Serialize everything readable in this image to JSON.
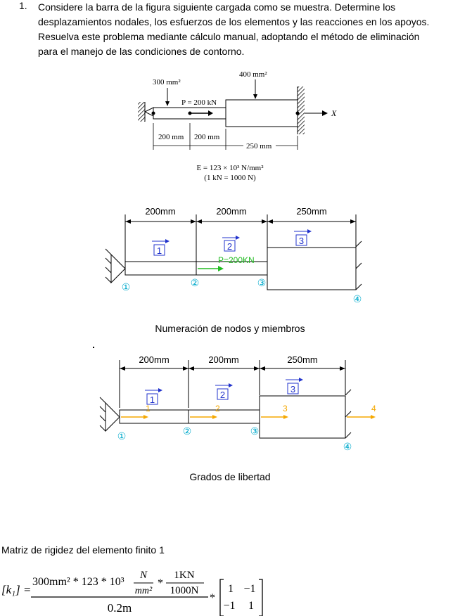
{
  "problem": {
    "number": "1.",
    "lines": [
      "Considere la barra de la figura siguiente cargada como se muestra. Determine los",
      "desplazamientos nodales, los esfuerzos de los elementos y las reacciones en los apoyos.",
      "Resuelva este problema mediante cálculo manual, adoptando el método de eliminación",
      "para el manejo de las condiciones de contorno."
    ]
  },
  "figure1": {
    "area1": "300 mm²",
    "area2": "400 mm²",
    "load": "P = 200 kN",
    "axis": "X",
    "dims": [
      "200 mm",
      "200 mm",
      "250 mm"
    ],
    "modulus": "E = 123 × 10³ N/mm²",
    "conversion": "(1 kN = 1000 N)"
  },
  "figure2": {
    "dims": [
      "200mm",
      "200mm",
      "250mm"
    ],
    "members": [
      "1",
      "2",
      "3"
    ],
    "load": "P=200KN",
    "nodes": [
      "①",
      "②",
      "③",
      "④"
    ],
    "caption": "Numeración de nodos y miembros"
  },
  "figure3": {
    "dims": [
      "200mm",
      "200mm",
      "250mm"
    ],
    "members": [
      "1",
      "2",
      "3"
    ],
    "dofs": [
      "1",
      "2",
      "3",
      "4"
    ],
    "nodes": [
      "①",
      "②",
      "③",
      "④"
    ],
    "caption": "Grados de libertad"
  },
  "matrix_section": {
    "title": "Matriz de rigidez del elemento finito 1",
    "lhs": "[k₁] =",
    "numerator": "300mm² * 123 * 10³",
    "unit_num": "N",
    "unit_den": "mm²",
    "conv_num": "1KN",
    "conv_den": "1000N",
    "denominator": "0.2m",
    "matrix": [
      "1",
      "−1",
      "−1",
      "1"
    ]
  },
  "colors": {
    "member_label": "#2233cc",
    "node_label": "#00aacc",
    "load": "#22bb22",
    "dof": "#f5a800"
  }
}
